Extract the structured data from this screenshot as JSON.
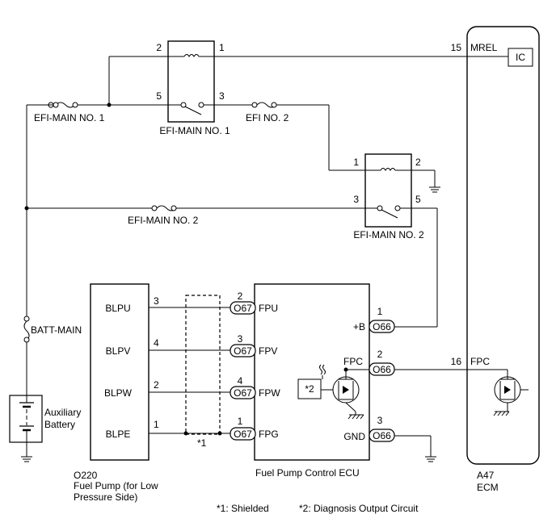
{
  "relay1": {
    "label": "EFI-MAIN NO. 1",
    "pins": {
      "p2": "2",
      "p1": "1",
      "p5": "5",
      "p3": "3"
    }
  },
  "relay2": {
    "label": "EFI-MAIN NO. 2",
    "pins": {
      "p1": "1",
      "p2": "2",
      "p3": "3",
      "p5": "5"
    }
  },
  "fuses": {
    "efi_main1": "EFI-MAIN NO. 1",
    "efi_no2": "EFI NO. 2",
    "efi_main2": "EFI-MAIN NO. 2",
    "batt_main": "BATT-MAIN"
  },
  "battery": {
    "line1": "Auxiliary",
    "line2": "Battery"
  },
  "pump": {
    "code": "O220",
    "name_line1": "Fuel Pump (for Low",
    "name_line2": "Pressure Side)",
    "terminals": [
      {
        "name": "BLPU",
        "pin": "3"
      },
      {
        "name": "BLPV",
        "pin": "4"
      },
      {
        "name": "BLPW",
        "pin": "2"
      },
      {
        "name": "BLPE",
        "pin": "1"
      }
    ]
  },
  "pump_ecu": {
    "name": "Fuel Pump Control ECU",
    "left_terminals": [
      {
        "name": "FPU",
        "pin": "2",
        "conn": "O67"
      },
      {
        "name": "FPV",
        "pin": "3",
        "conn": "O67"
      },
      {
        "name": "FPW",
        "pin": "4",
        "conn": "O67"
      },
      {
        "name": "FPG",
        "pin": "1",
        "conn": "O67"
      }
    ],
    "right_terminals": [
      {
        "name": "+B",
        "pin": "1",
        "conn": "O66"
      },
      {
        "name": "FPC",
        "pin": "2",
        "conn": "O66"
      },
      {
        "name": "GND",
        "pin": "3",
        "conn": "O66"
      }
    ],
    "diag_marker": "*2"
  },
  "ecm": {
    "code": "A47",
    "name": "ECM",
    "mrel_pin": "15",
    "mrel_name": "MREL",
    "ic_label": "IC",
    "fpc_pin": "16",
    "fpc_name": "FPC"
  },
  "shield_marker": "*1",
  "notes": {
    "shielded": "*1: Shielded",
    "diag": "*2: Diagnosis Output Circuit"
  }
}
